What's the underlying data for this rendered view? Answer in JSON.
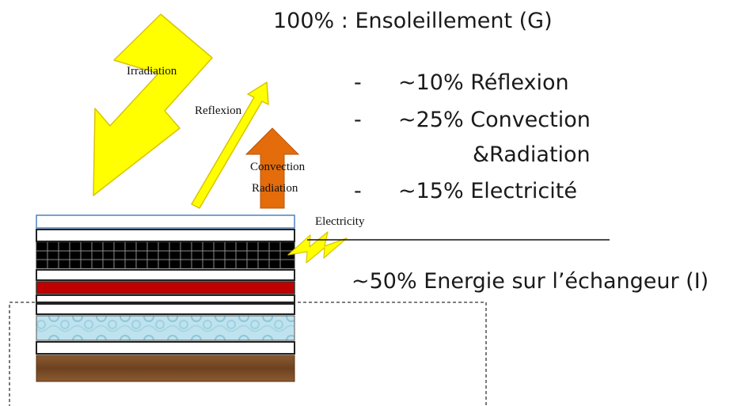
{
  "diagram": {
    "labels": {
      "irradiation": "Irradiation",
      "reflexion": "Reflexion",
      "convection": "Convection",
      "radiation": "Radiation",
      "electricity": "Electricity"
    },
    "legend": {
      "title": "100% : Ensoleillement  (G)",
      "items": [
        {
          "dash": "-",
          "text": "~10% Réflexion"
        },
        {
          "dash": "-",
          "text": "~25% Convection"
        },
        {
          "dash": "",
          "text": "&Radiation"
        },
        {
          "dash": "-",
          "text": "~15% Electricité"
        }
      ],
      "result": "~50% Energie sur l’échangeur (I)"
    },
    "colors": {
      "sun_arrow": "#ffff00",
      "sun_arrow_border": "#d9c400",
      "heat_arrow": "#e46c0a",
      "absorber": "#c00000",
      "cells": "#000000",
      "water": "#b7dde8",
      "insulation": "#7a4a24"
    }
  }
}
